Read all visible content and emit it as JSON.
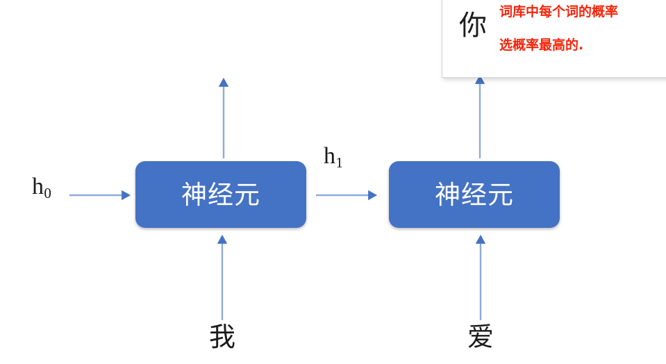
{
  "diagram": {
    "title": "RNN unrolled neuron diagram",
    "colors": {
      "box_fill": "#4472C4",
      "arrow_line": "#8FAADC",
      "arrow_head": "#4472C4",
      "annotation_text": "#F4240A",
      "text": "#1a1a1a",
      "background": "#ffffff"
    },
    "nodes": [
      {
        "id": "neuron-1",
        "label": "神经元"
      },
      {
        "id": "neuron-2",
        "label": "神经元"
      }
    ],
    "state_labels": {
      "h0": "h",
      "h0_sub": "0",
      "h1": "h",
      "h1_sub": "1"
    },
    "inputs": [
      {
        "id": "token-1",
        "label": "我"
      },
      {
        "id": "token-2",
        "label": "爱"
      }
    ],
    "annotation": {
      "output_char": "你",
      "note_1": "词库中每个词的概率",
      "note_2": "选概率最高的."
    }
  }
}
